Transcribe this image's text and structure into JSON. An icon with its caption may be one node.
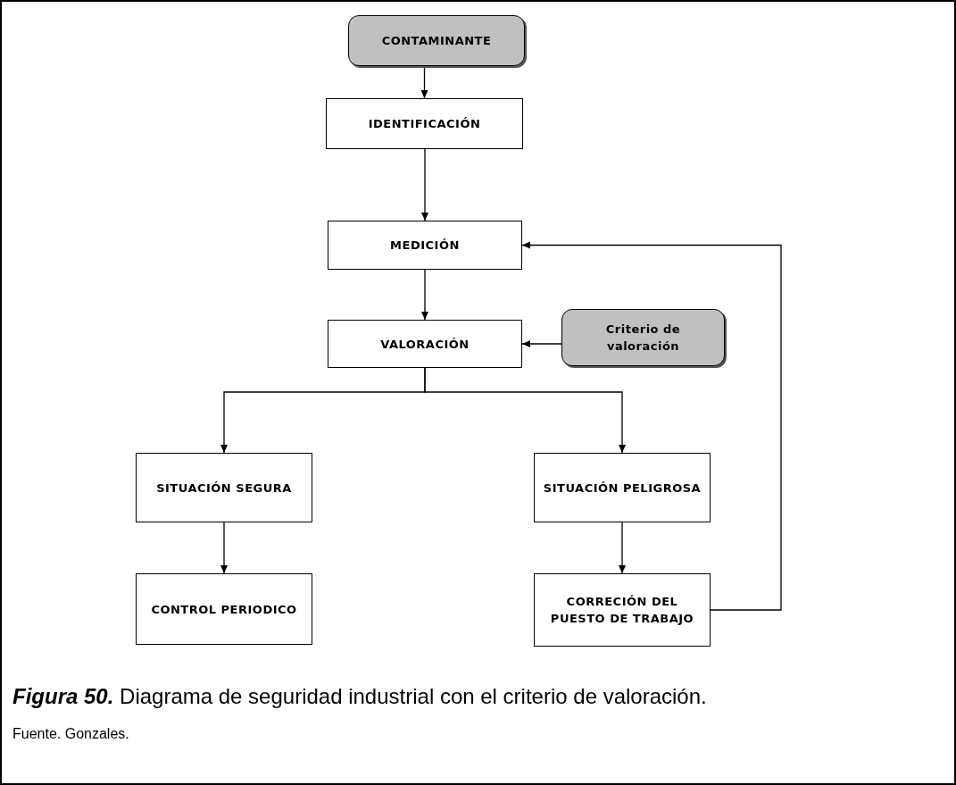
{
  "diagram": {
    "caption": "**Figura 50.** Diagrama de seguridad industrial con el criterio de valoración.",
    "nodes": [
      {
        "text": [
          "CONTAMINANTE"
        ]
      },
      {
        "text": [
          "IDENTIFICACIÓN"
        ]
      },
      {
        "text": [
          "MEDICIÓN"
        ]
      },
      {
        "text": [
          "VALORACIÓN"
        ]
      },
      {
        "text": [
          "Criterio de valoración"
        ]
      },
      {
        "text": [
          "SITUACIÓN SEGURA"
        ]
      },
      {
        "text": [
          "SITUACIÓN PELIGROSA"
        ]
      },
      {
        "text": [
          "CONTROL PERIODICO"
        ]
      },
      {
        "text": [
          "CORRECIÓN DEL PUESTO DE TRABAJO"
        ]
      }
    ],
    "edges": [
      {
        "from": 0,
        "to": 1,
        "arrow": "to"
      },
      {
        "from": 1,
        "to": 2,
        "arrow": "to"
      },
      {
        "from": 2,
        "to": 3,
        "arrow": "to"
      },
      {
        "from": 4,
        "to": 3,
        "arrow": "to"
      },
      {
        "from": 3,
        "to": 5,
        "arrow": "to"
      },
      {
        "from": 3,
        "to": 6,
        "arrow": "to"
      },
      {
        "from": 5,
        "to": 7,
        "arrow": "to"
      },
      {
        "from": 6,
        "to": 8,
        "arrow": "to"
      },
      {
        "from": 8,
        "to": 2,
        "arrow": "to"
      }
    ],
    "labels": [
      "Fuente. Gonzales."
    ]
  }
}
